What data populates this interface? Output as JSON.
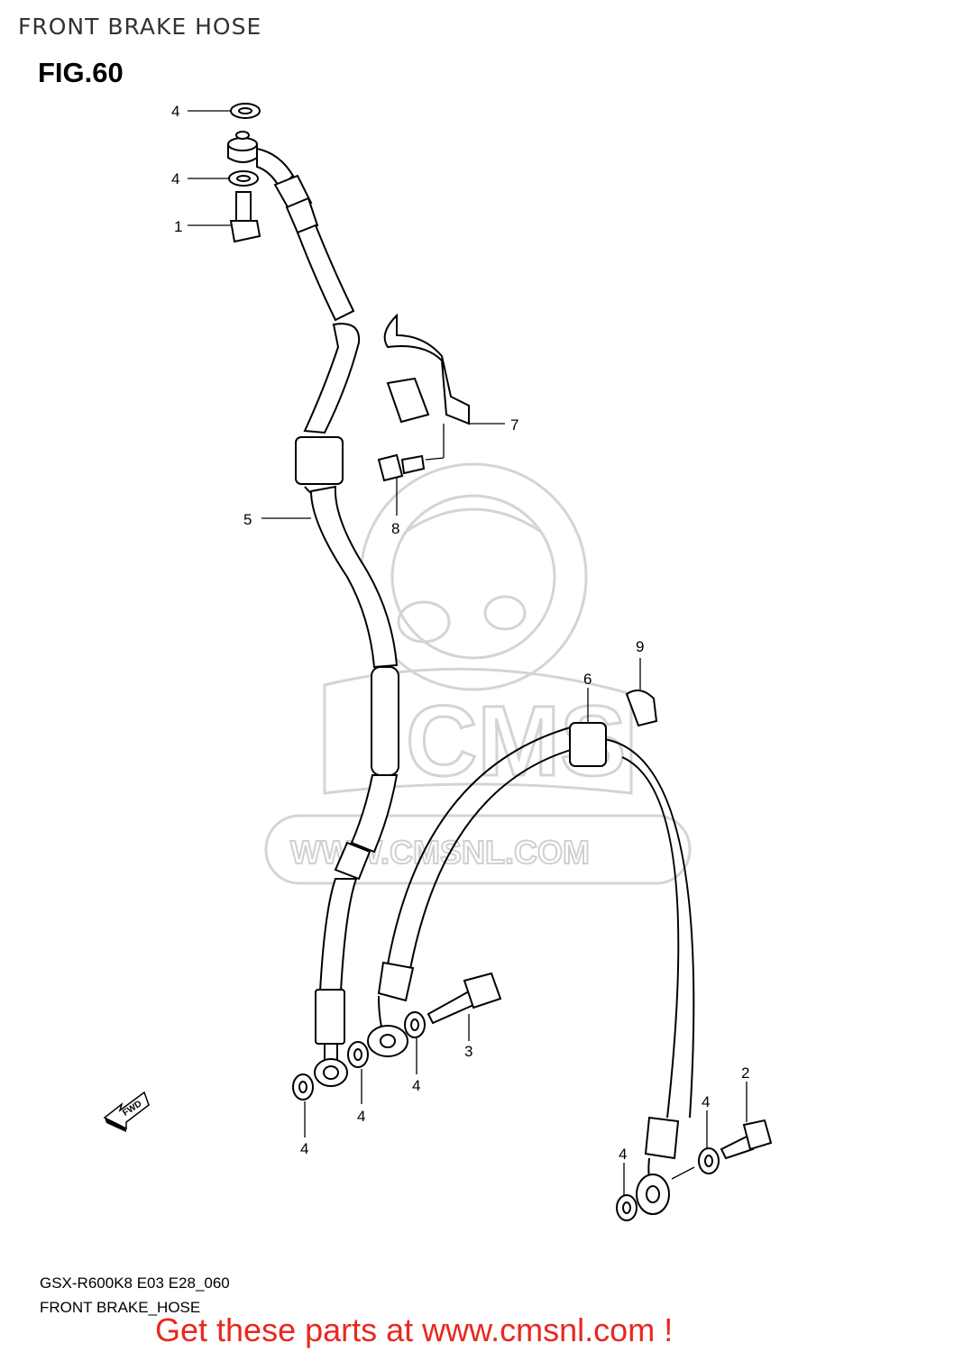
{
  "header": {
    "title": "FRONT BRAKE HOSE"
  },
  "figure": {
    "label": "FIG.60"
  },
  "callouts": {
    "c1": "1",
    "c2": "2",
    "c3": "3",
    "c4a": "4",
    "c4b": "4",
    "c4c": "4",
    "c4d": "4",
    "c4e": "4",
    "c4f": "4",
    "c4g": "4",
    "c5": "5",
    "c6": "6",
    "c7": "7",
    "c8": "8",
    "c9": "9"
  },
  "watermark": {
    "text": "WWW.CMSNL.COM",
    "logo": "CMS"
  },
  "fwd_badge": {
    "text": "FWD"
  },
  "footer": {
    "model_code": "GSX-R600K8 E03 E28_060",
    "subtitle": "FRONT BRAKE_HOSE"
  },
  "cta": {
    "text": "Get these parts at www.cmsnl.com !"
  },
  "colors": {
    "cta": "#e8281f",
    "line": "#000000",
    "watermark": "#d0d0d0"
  }
}
